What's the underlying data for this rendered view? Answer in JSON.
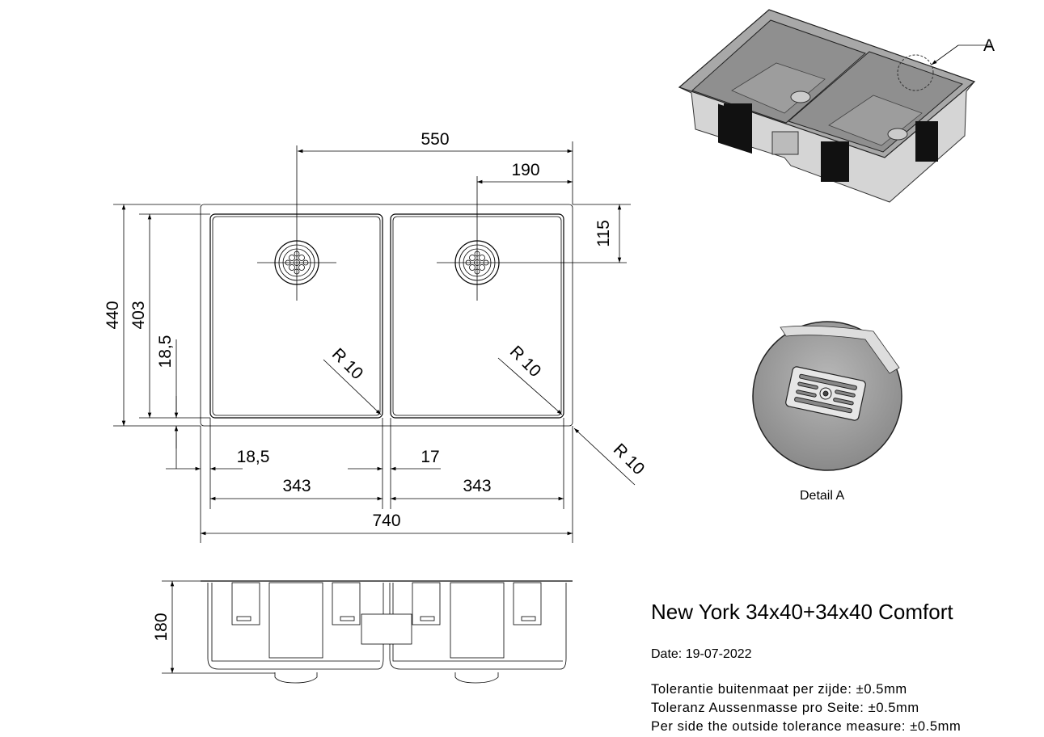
{
  "title": "New York 34x40+34x40 Comfort",
  "date": "Date: 19-07-2022",
  "tolerances": [
    "Tolerantie buitenmaat per zijde: ±0.5mm",
    "Toleranz Aussenmasse pro Seite: ±0.5mm",
    "Per side the outside tolerance measure: ±0.5mm"
  ],
  "detail_label": "Detail A",
  "detail_marker": "A",
  "dimensions": {
    "drain_spacing": "550",
    "drain_offset_right": "190",
    "drain_offset_top": "115",
    "outer_depth": "440",
    "bowl_depth": "403",
    "rim_vertical": "18,5",
    "rim_horizontal": "18,5",
    "divider": "17",
    "bowl_width_left": "343",
    "bowl_width_right": "343",
    "outer_width": "740",
    "radius_left": "R 10",
    "radius_right": "R 10",
    "radius_outer": "R 10",
    "height": "180"
  }
}
